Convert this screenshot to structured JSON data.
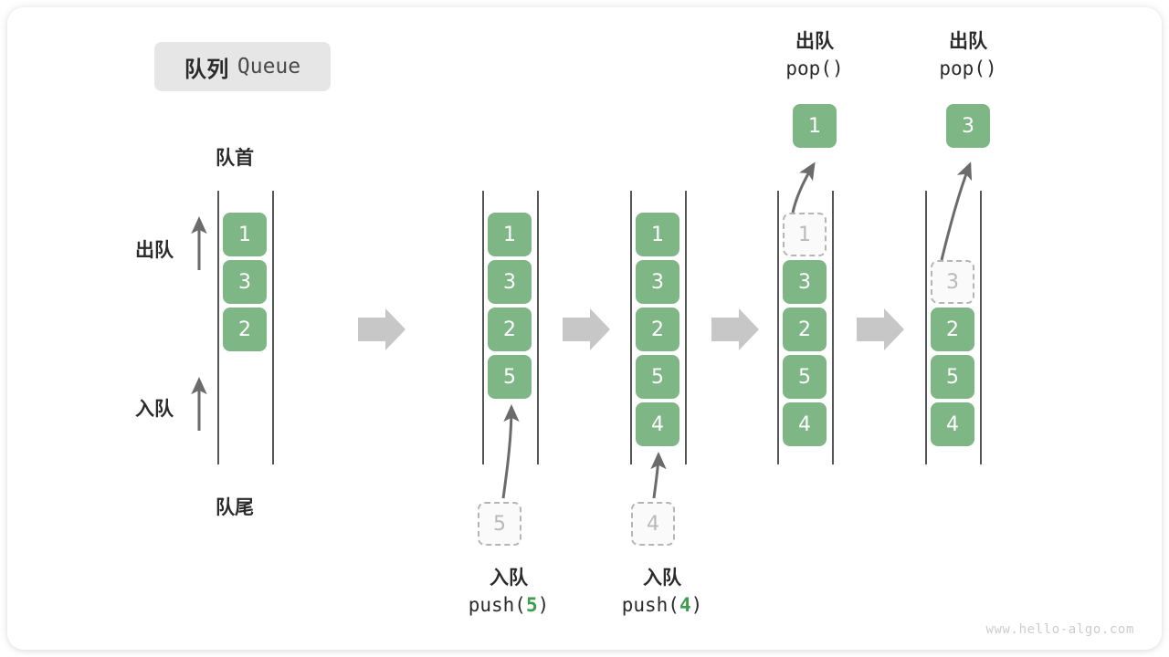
{
  "title": {
    "zh": "队列",
    "en": "Queue"
  },
  "axis_labels": {
    "head": "队首",
    "tail": "队尾"
  },
  "side_ops": [
    {
      "name": "dequeue",
      "label": "出队"
    },
    {
      "name": "enqueue",
      "label": "入队"
    }
  ],
  "colors": {
    "cell_fill": "#7fb686",
    "cell_text": "#ffffff",
    "ghost_fill": "#fafafa",
    "ghost_border": "#b5b5b5",
    "ghost_text": "#b9b9b9",
    "rail": "#555555",
    "arrow": "#6b6b6b",
    "step_arrow": "#c7c7c7",
    "badge_bg": "#e6e6e6",
    "text": "#2b2b2b",
    "accent_green": "#3e9c4f",
    "watermark": "#cccccc"
  },
  "columns": [
    {
      "name": "queue-initial",
      "cells": [
        "1",
        "3",
        "2"
      ],
      "ghost_index": null,
      "top_label": null,
      "bottom_label": null,
      "pushed_value": null,
      "popped_value": null
    },
    {
      "name": "queue-after-push-5",
      "cells": [
        "1",
        "3",
        "2",
        "5"
      ],
      "ghost_index": null,
      "top_label": null,
      "bottom_label": {
        "zh": "入队",
        "code_prefix": "push(",
        "code_num": "5",
        "code_suffix": ")"
      },
      "pushed_value": "5",
      "popped_value": null
    },
    {
      "name": "queue-after-push-4",
      "cells": [
        "1",
        "3",
        "2",
        "5",
        "4"
      ],
      "ghost_index": null,
      "top_label": null,
      "bottom_label": {
        "zh": "入队",
        "code_prefix": "push(",
        "code_num": "4",
        "code_suffix": ")"
      },
      "pushed_value": "4",
      "popped_value": null
    },
    {
      "name": "queue-pop-1",
      "cells": [
        "1",
        "3",
        "2",
        "5",
        "4"
      ],
      "ghost_index": 0,
      "top_label": {
        "zh": "出队",
        "code": "pop()"
      },
      "bottom_label": null,
      "pushed_value": null,
      "popped_value": "1"
    },
    {
      "name": "queue-pop-3",
      "cells": [
        "",
        "3",
        "2",
        "5",
        "4"
      ],
      "ghost_index": 1,
      "top_label": {
        "zh": "出队",
        "code": "pop()"
      },
      "bottom_label": null,
      "pushed_value": null,
      "popped_value": "3"
    }
  ],
  "step_arrows": [
    {
      "name": "step-arrow-1"
    },
    {
      "name": "step-arrow-2"
    },
    {
      "name": "step-arrow-3"
    },
    {
      "name": "step-arrow-4"
    }
  ],
  "watermark": "www.hello-algo.com"
}
